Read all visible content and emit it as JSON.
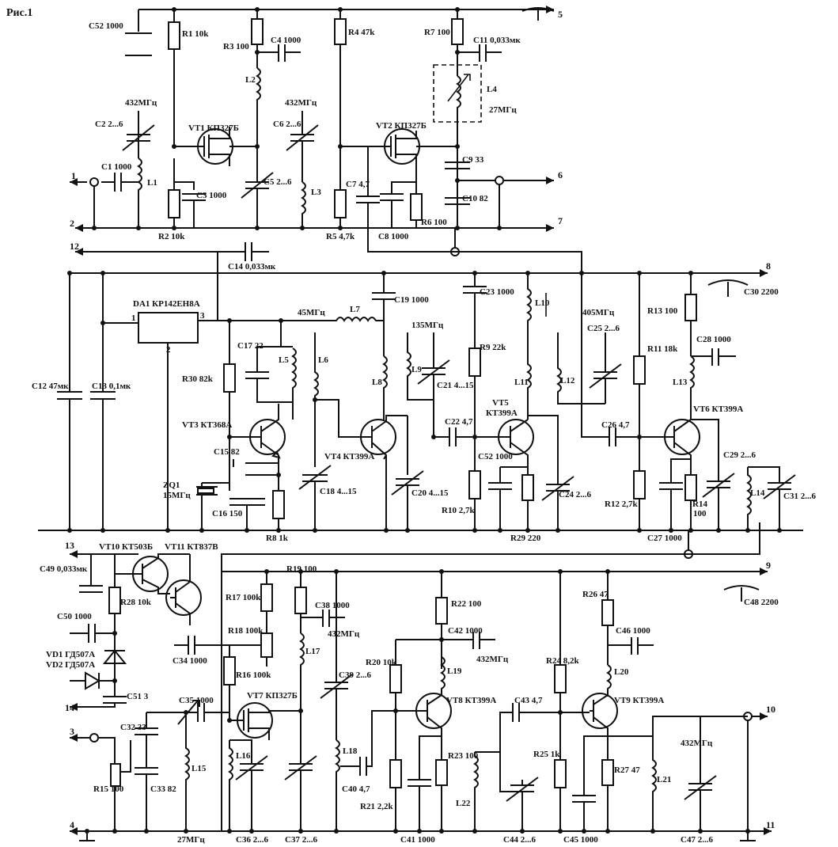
{
  "figure_title": "Рис.1",
  "terminals": [
    "1",
    "2",
    "3",
    "4",
    "5",
    "6",
    "7",
    "8",
    "9",
    "10",
    "11",
    "12",
    "13",
    "14"
  ],
  "labels": {
    "C52": "C52 1000",
    "R1": "R1 10k",
    "R3": "R3 100",
    "C4": "C4 1000",
    "R4": "R4 47k",
    "R7": "R7 100",
    "C11": "C11 0,033мк",
    "L4": "L4",
    "f27a": "27МГц",
    "f432a": "432МГц",
    "C2": "C2 2...6",
    "VT1": "VT1 КП327Б",
    "L2": "L2",
    "f432b": "432МГц",
    "C6": "C6 2...6",
    "VT2": "VT2 КП327Б",
    "C1": "C1 1000",
    "L1": "L1",
    "C3": "C3 1000",
    "C5": "C5 2...6",
    "L3": "L3",
    "C7": "C7 4,7",
    "C9": "C9 33",
    "C10": "C10 82",
    "R6": "R6 100",
    "R2": "R2 10k",
    "R5": "R5 4,7k",
    "C8": "C8 1000",
    "C14": "C14 0,033мк",
    "DA1": "DA1 КР142ЕН8А",
    "pin1": "1",
    "pin2": "2",
    "pin3": "3",
    "f45": "45МГц",
    "L7": "L7",
    "C19": "C19 1000",
    "C23": "C23 1000",
    "L10": "L10",
    "f405": "405МГц",
    "C25": "C25 2...6",
    "R13": "R13 100",
    "C30": "C30 2200",
    "C28": "C28 1000",
    "C17": "C17 22",
    "L5": "L5",
    "L6": "L6",
    "f135": "135МГц",
    "R9": "R9 22k",
    "R11": "R11 18k",
    "L9": "L9",
    "C21": "C21 4...15",
    "L8": "L8",
    "L11": "L11",
    "L12": "L12",
    "L13": "L13",
    "R30": "R30 82k",
    "C12": "C12 47мк",
    "C13": "C13 0,1мк",
    "C22": "C22 4,7",
    "VT5": "VT5",
    "VT5t": "КТ399А",
    "C26": "C26 4,7",
    "VT6": "VT6 КТ399А",
    "VT3": "VT3 КТ368А",
    "VT4": "VT4 КТ399А",
    "C52b": "C52 1000",
    "C15": "C15 82",
    "C29": "C29 2...6",
    "ZQ1": "ZQ1",
    "ZQ1f": "15МГц",
    "C18": "C18 4...15",
    "C20": "C20 4...15",
    "C24": "C24 2...6",
    "R12": "R12 2,7k",
    "R14": "R14",
    "R14v": "100",
    "L14": "L14",
    "C31": "C31 2...6",
    "C16": "C16 150",
    "R10": "R10 2,7k",
    "R8": "R8 1k",
    "R29": "R29 220",
    "C27": "C27 1000",
    "VT10": "VT10 КТ503Б",
    "VT11": "VT11 КТ837В",
    "C49": "C49 0,033мк",
    "R19": "R19 100",
    "R28": "R28 10k",
    "C48": "C48 2200",
    "R17": "R17 100k",
    "C38": "C38 1000",
    "R22": "R22 100",
    "R26": "R26 47",
    "C50": "C50 1000",
    "R18": "R18 100k",
    "f432c": "432МГц",
    "C42": "C42 1000",
    "C46": "C46 1000",
    "C34": "C34 1000",
    "L17": "L17",
    "f432d": "432МГц",
    "R24": "R24 8,2k",
    "VD1": "VD1 ГД507А",
    "VD2": "VD2 ГД507А",
    "R20": "R20 10k",
    "R16": "R16 100k",
    "L19": "L19",
    "L20": "L20",
    "C51": "C51 3",
    "C39": "C39 2...6",
    "C35": "C35 1000",
    "VT7": "VT7 КП327Б",
    "VT8": "VT8 КТ399А",
    "C43": "C43 4,7",
    "VT9": "VT9 КТ399А",
    "C32": "C32 33",
    "f432e": "432МГц",
    "L15": "L15",
    "L16": "L16",
    "L18": "L18",
    "R23": "R23 100",
    "R25": "R25 1k",
    "R27": "R27 47",
    "L21": "L21",
    "R15": "R15 100",
    "C33": "C33 82",
    "C40": "C40 4,7",
    "R21": "R21 2,2k",
    "L22": "L22",
    "f27b": "27МГц",
    "C36": "C36 2...6",
    "C37": "C37 2...6",
    "C41": "C41 1000",
    "C44": "C44 2...6",
    "C45": "C45 1000",
    "C47": "C47 2...6"
  }
}
